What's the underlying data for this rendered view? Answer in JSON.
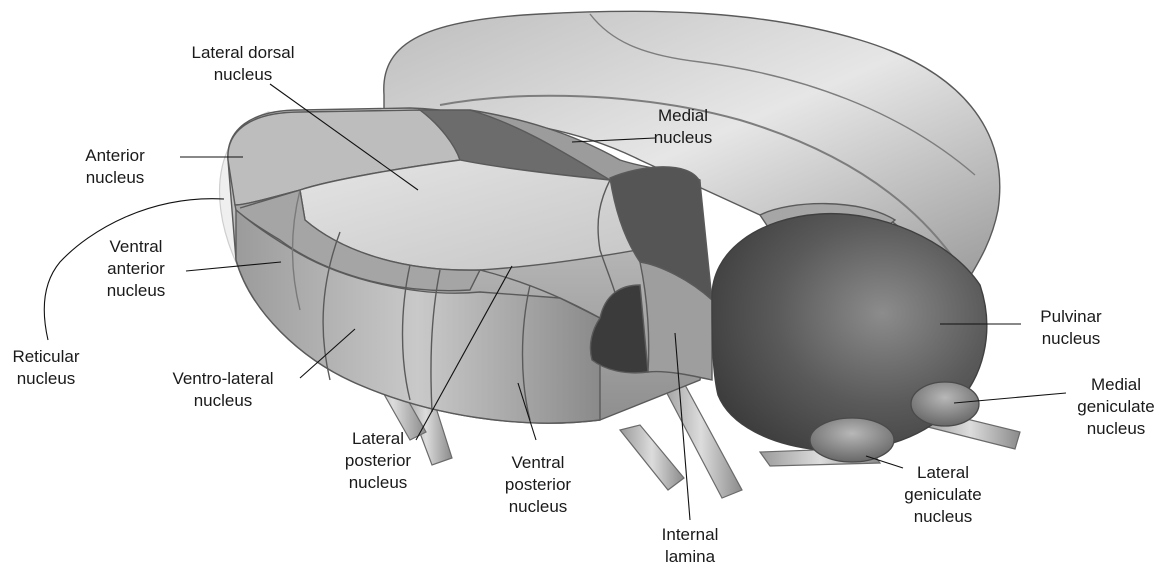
{
  "diagram": {
    "structure": "thalamus",
    "colors": {
      "outline": "#5a5a5a",
      "light": "#d9d9d9",
      "mid": "#a9a9a9",
      "dark": "#5e5e5e",
      "darkest": "#3a3a3a",
      "reticular_shell": "#ececec"
    },
    "labels": {
      "lateral_dorsal": [
        "Lateral dorsal",
        "nucleus"
      ],
      "medial": [
        "Medial",
        "nucleus"
      ],
      "anterior": [
        "Anterior",
        "nucleus"
      ],
      "ventral_anterior": [
        "Ventral",
        "anterior",
        "nucleus"
      ],
      "reticular": [
        "Reticular",
        "nucleus"
      ],
      "ventro_lateral": [
        "Ventro-lateral",
        "nucleus"
      ],
      "lateral_posterior": [
        "Lateral",
        "posterior",
        "nucleus"
      ],
      "ventral_posterior": [
        "Ventral",
        "posterior",
        "nucleus"
      ],
      "internal_lamina": [
        "Internal",
        "lamina"
      ],
      "pulvinar": [
        "Pulvinar",
        "nucleus"
      ],
      "medial_geniculate": [
        "Medial",
        "geniculate",
        "nucleus"
      ],
      "lateral_geniculate": [
        "Lateral",
        "geniculate",
        "nucleus"
      ]
    }
  }
}
